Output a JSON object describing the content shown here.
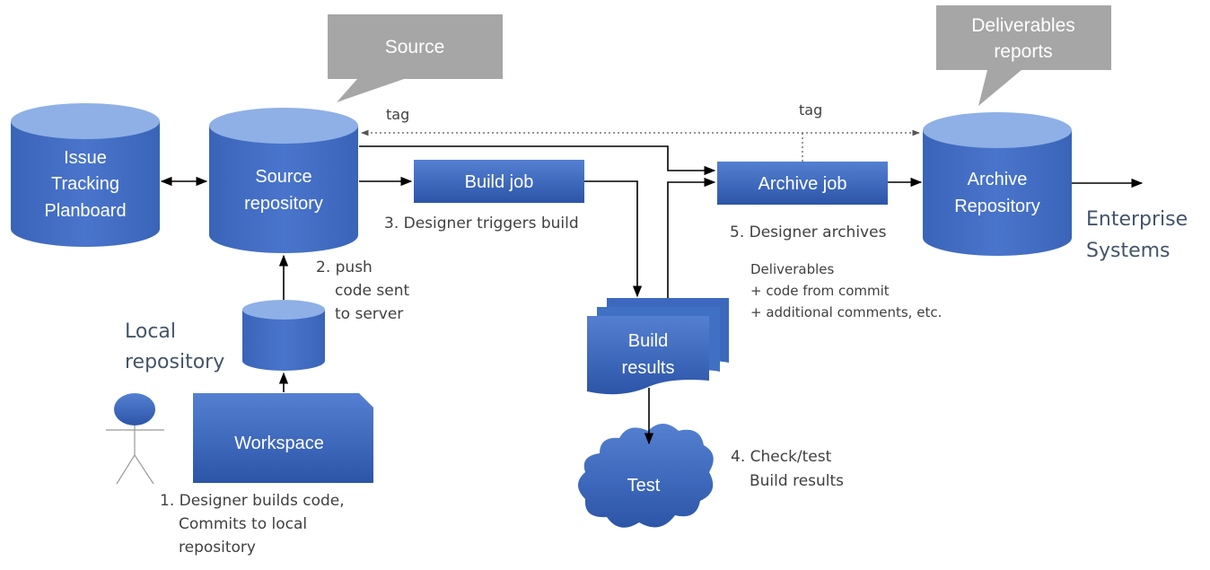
{
  "callouts": {
    "source": "Source",
    "deliverables": [
      "Deliverables",
      "reports"
    ]
  },
  "nodes": {
    "issue_tracking": [
      "Issue",
      "Tracking",
      "Planboard"
    ],
    "source_repo": [
      "Source",
      "repository"
    ],
    "build_job": "Build job",
    "archive_job": "Archive job",
    "archive_repo": [
      "Archive",
      "Repository"
    ],
    "workspace": "Workspace",
    "build_results": [
      "Build",
      "results"
    ],
    "test": "Test"
  },
  "labels": {
    "enterprise": [
      "Enterprise",
      "Systems"
    ],
    "local_repo": [
      "Local",
      "repository"
    ],
    "tag_left": "tag",
    "tag_right": "tag",
    "step1": [
      "1. Designer builds code,",
      "Commits to local",
      "repository"
    ],
    "step2": [
      "2. push",
      "code sent",
      "to server"
    ],
    "step3": "3. Designer triggers build",
    "step4": [
      "4. Check/test",
      "Build results"
    ],
    "step5": "5. Designer archives",
    "deliverables_note": [
      "Deliverables",
      "+ code from commit",
      "+ additional comments, etc."
    ]
  },
  "colors": {
    "shape_top": "#4a72c4",
    "shape_bottom": "#2e56a8",
    "cyl_top": "#95b3e8",
    "callout": "#a6a6a6",
    "connector": "#000000"
  }
}
